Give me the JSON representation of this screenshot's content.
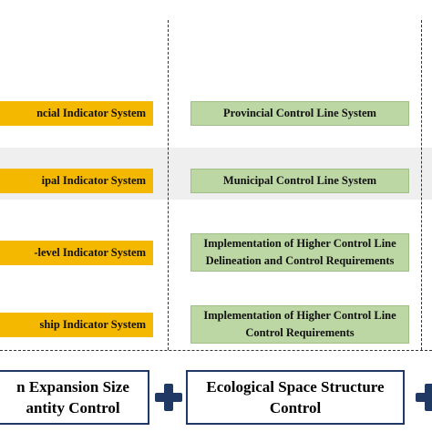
{
  "left_column": {
    "items": [
      "ncial Indicator System",
      "ipal Indicator System",
      "-level Indicator System",
      "ship Indicator System"
    ],
    "color": "#f5b800"
  },
  "right_column": {
    "items": [
      [
        "Provincial Control Line System"
      ],
      [
        "Municipal Control Line System"
      ],
      [
        "Implementation of Higher Control Line",
        "Delineation and Control Requirements"
      ],
      [
        "Implementation of Higher Control Line",
        "Control Requirements"
      ]
    ],
    "color": "#bcd6a4"
  },
  "bottom": {
    "left_box": [
      "n Expansion Size",
      "antity Control"
    ],
    "right_box": [
      "Ecological Space Structure",
      "Control"
    ],
    "border_color": "#1f3864",
    "plus_icon": "plus-icon"
  }
}
